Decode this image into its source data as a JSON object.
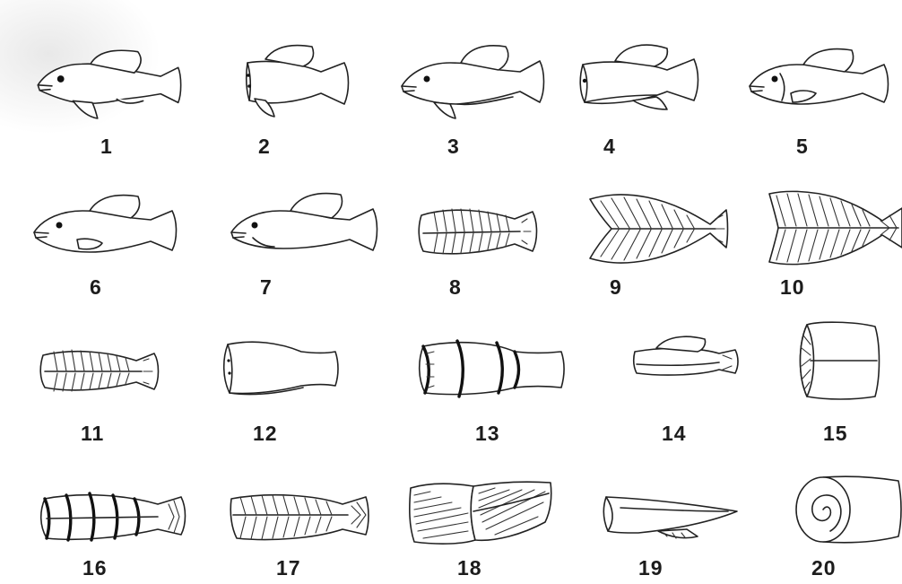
{
  "figure": {
    "panels": [
      {
        "number": "1",
        "icon": "whole-fish-icon"
      },
      {
        "number": "2",
        "icon": "headed-fish-icon"
      },
      {
        "number": "3",
        "icon": "whole-fish-icon"
      },
      {
        "number": "4",
        "icon": "headed-gutted-fish-icon"
      },
      {
        "number": "5",
        "icon": "gutted-fish-icon"
      },
      {
        "number": "6",
        "icon": "gutted-fish-icon"
      },
      {
        "number": "7",
        "icon": "gutted-fish-icon"
      },
      {
        "number": "8",
        "icon": "split-fish-icon"
      },
      {
        "number": "9",
        "icon": "butterfly-fillet-icon"
      },
      {
        "number": "10",
        "icon": "butterfly-fillet-icon"
      },
      {
        "number": "11",
        "icon": "split-fish-icon"
      },
      {
        "number": "12",
        "icon": "headless-body-icon"
      },
      {
        "number": "13",
        "icon": "body-chunks-icon"
      },
      {
        "number": "14",
        "icon": "fillet-with-tail-icon"
      },
      {
        "number": "15",
        "icon": "steak-block-icon"
      },
      {
        "number": "16",
        "icon": "sliced-fish-icon"
      },
      {
        "number": "17",
        "icon": "split-fish-icon"
      },
      {
        "number": "18",
        "icon": "fillet-pieces-icon"
      },
      {
        "number": "19",
        "icon": "skinless-fillet-icon"
      },
      {
        "number": "20",
        "icon": "rolled-fillet-icon"
      }
    ]
  }
}
